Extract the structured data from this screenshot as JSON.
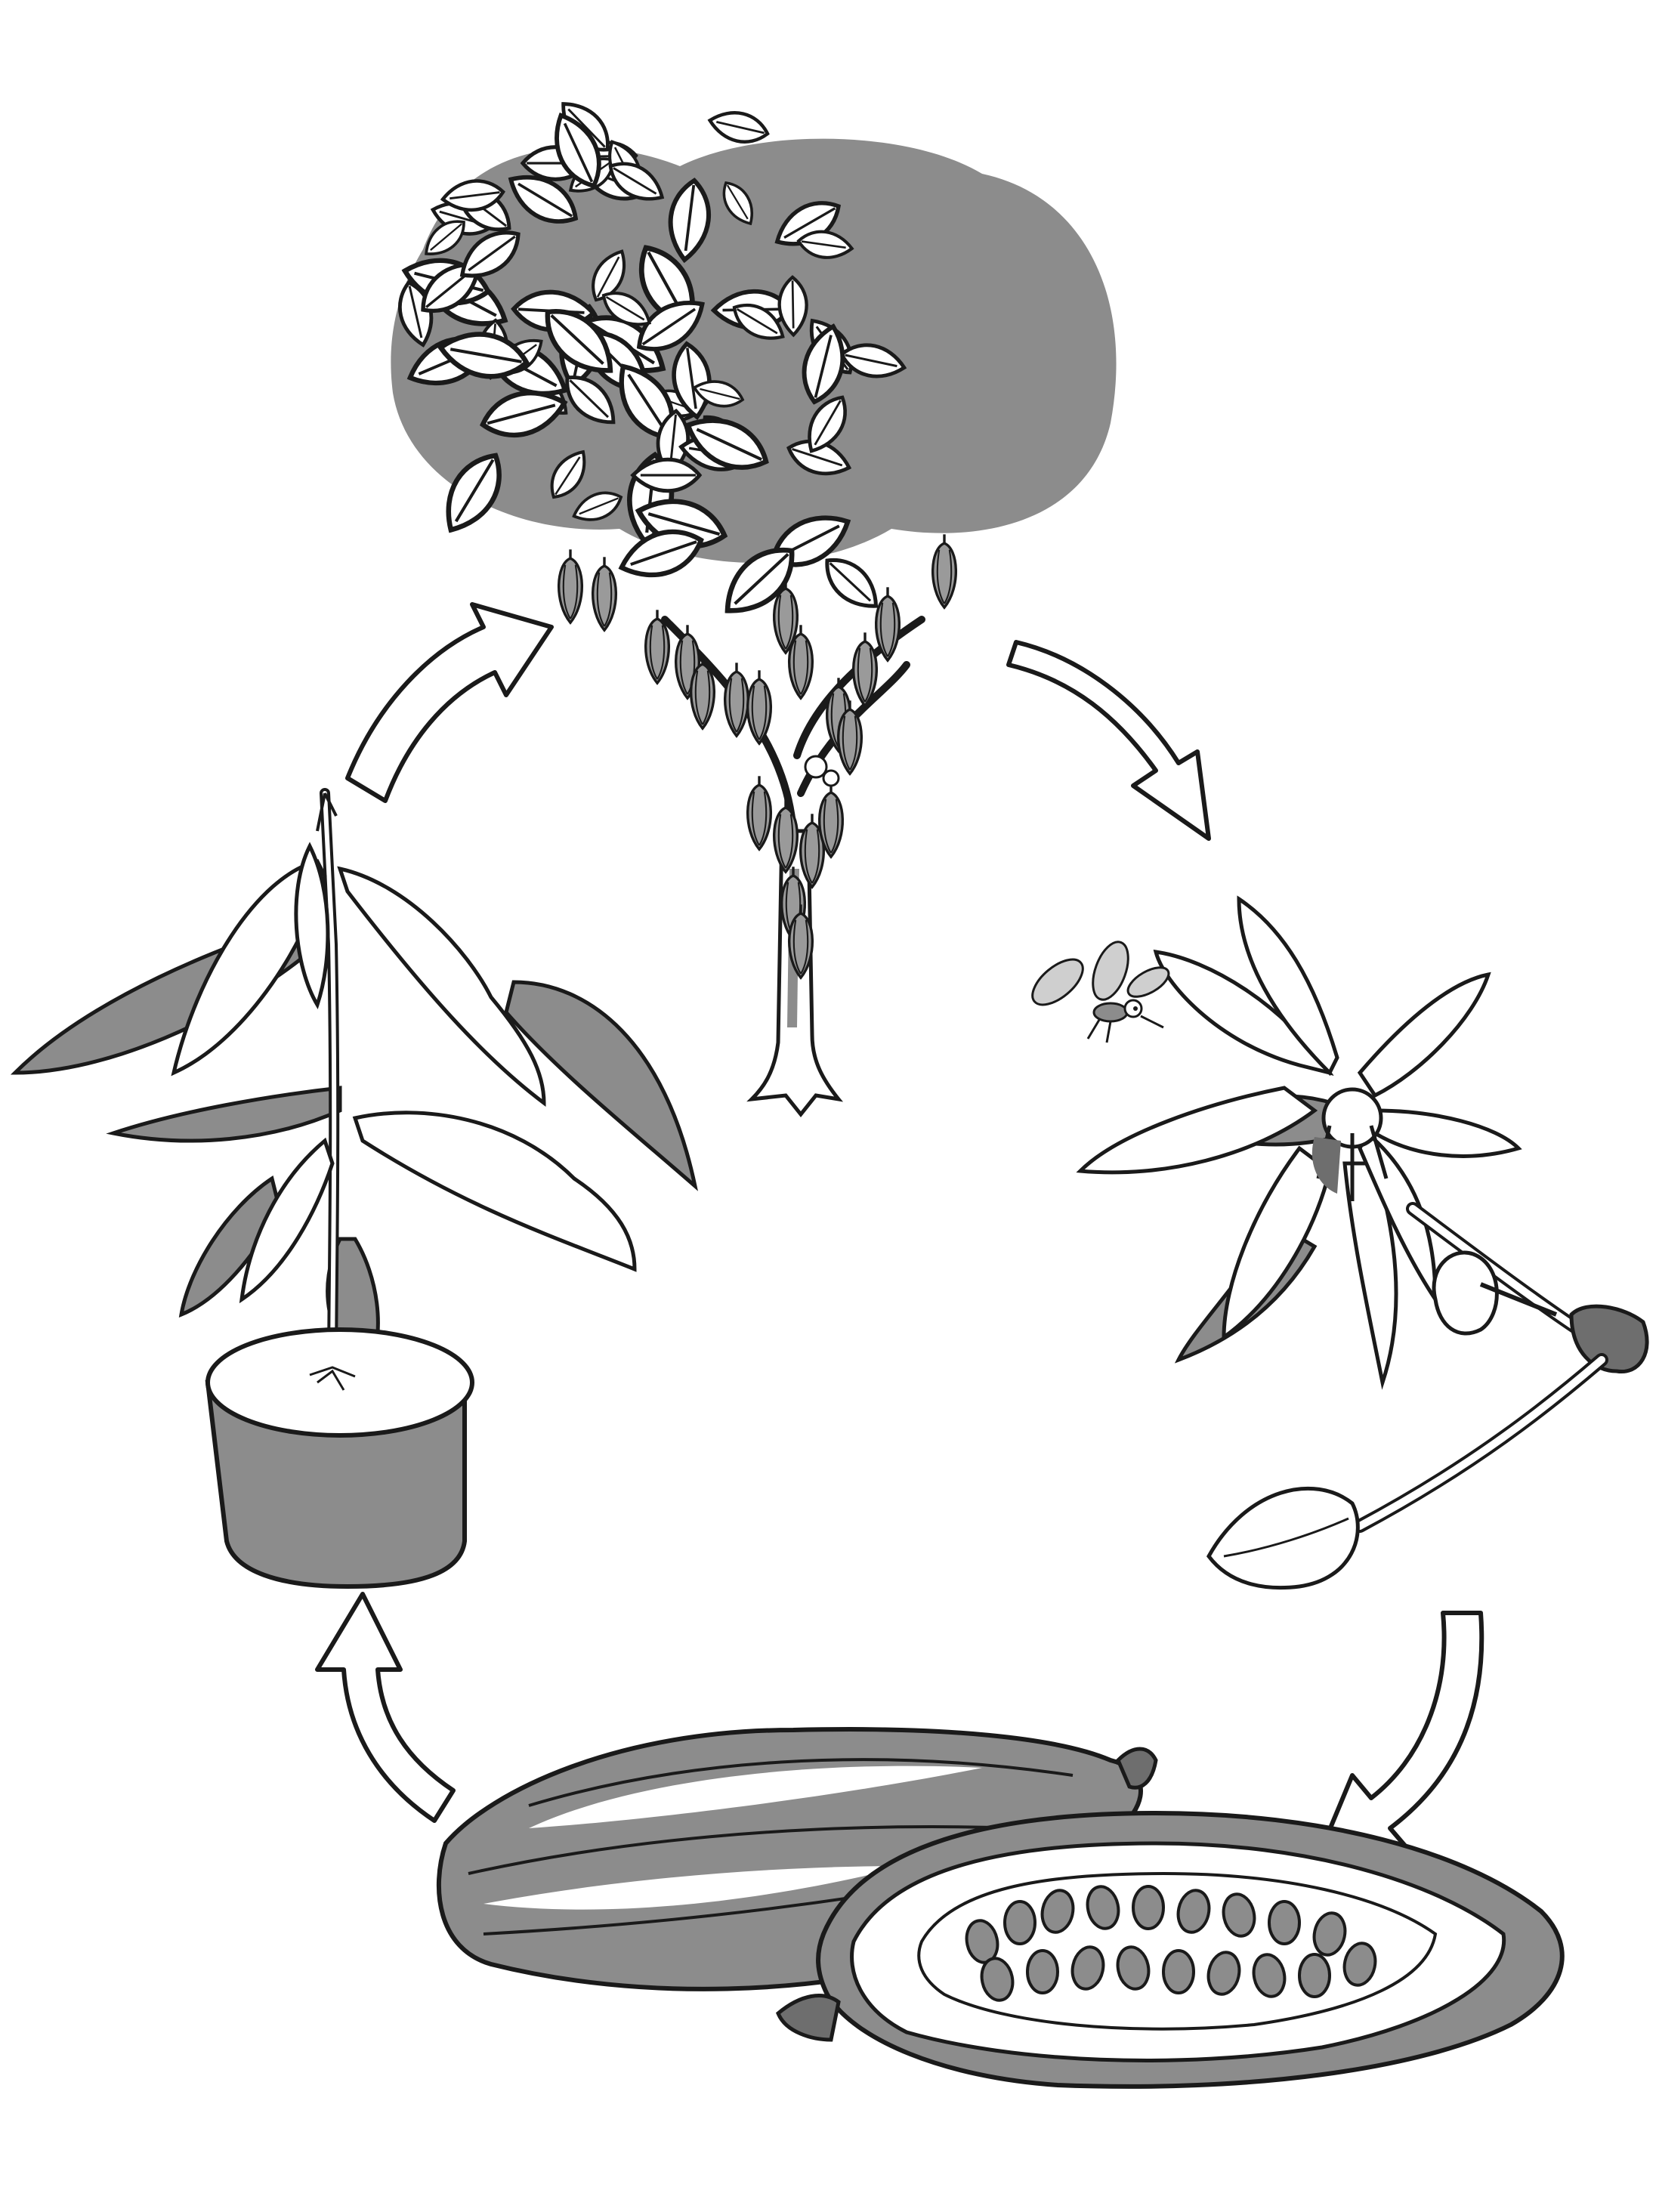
{
  "diagram": {
    "kind": "life-cycle",
    "stages": [
      {
        "id": "mature-tree",
        "icon": "cacao-tree-with-pods-icon"
      },
      {
        "id": "flower",
        "icon": "cacao-flower-with-midge-icon"
      },
      {
        "id": "pod",
        "icon": "cacao-pod-open-with-beans-icon"
      },
      {
        "id": "seedling",
        "icon": "potted-seedling-icon"
      }
    ],
    "arrows": [
      {
        "from": "mature-tree",
        "to": "flower",
        "direction": "clockwise"
      },
      {
        "from": "flower",
        "to": "pod",
        "direction": "clockwise"
      },
      {
        "from": "pod",
        "to": "seedling",
        "direction": "clockwise"
      },
      {
        "from": "seedling",
        "to": "mature-tree",
        "direction": "clockwise"
      }
    ],
    "colors": {
      "ink": "#1a1a1a",
      "shade": "#8c8c8c",
      "light": "#ffffff",
      "dark": "#6e6e6e"
    }
  }
}
